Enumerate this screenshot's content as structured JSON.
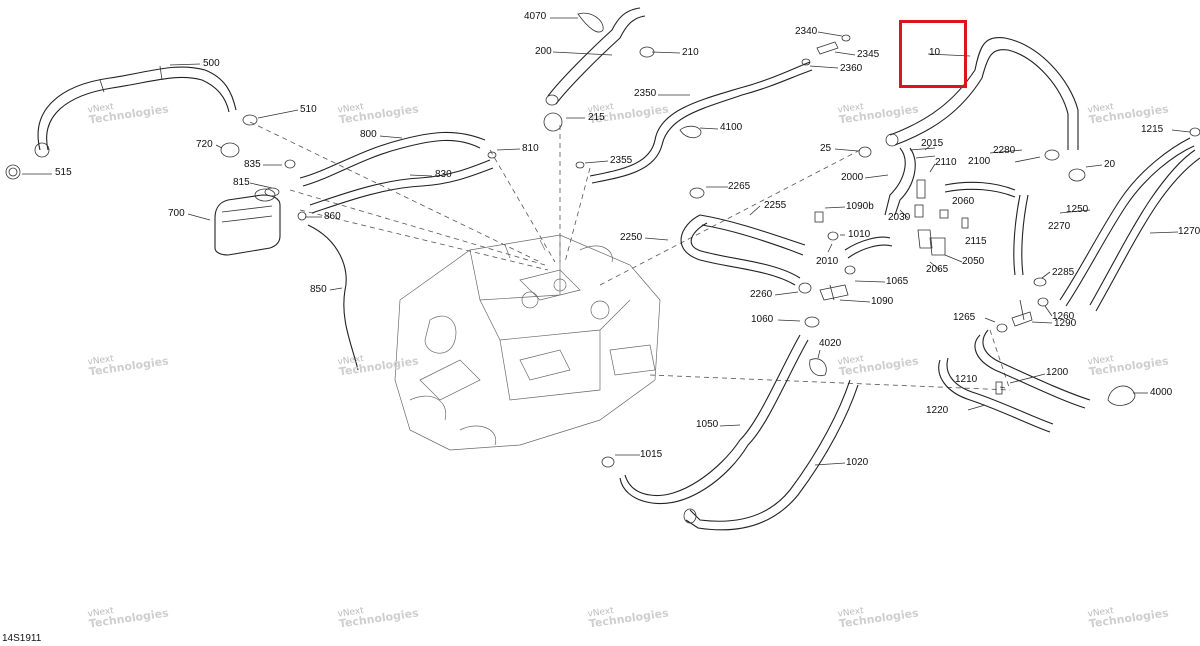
{
  "diagram": {
    "code": "14S1911",
    "highlighted_part": "10",
    "watermark": {
      "line1": "vNext",
      "line2": "Technologies"
    },
    "part_labels": [
      "4070",
      "200",
      "210",
      "2340",
      "2345",
      "2360",
      "10",
      "500",
      "510",
      "515",
      "720",
      "835",
      "815",
      "700",
      "860",
      "800",
      "830",
      "810",
      "850",
      "2350",
      "215",
      "4100",
      "2355",
      "25",
      "2015",
      "2000",
      "2110",
      "2100",
      "2280",
      "20",
      "1215",
      "2265",
      "2255",
      "2250",
      "1090b",
      "2030",
      "2060",
      "2115",
      "2270",
      "1250",
      "1270",
      "1010",
      "2010",
      "2065",
      "2050",
      "1065",
      "1090",
      "2260",
      "2285",
      "1265",
      "1290",
      "1260",
      "1060",
      "4020",
      "1200",
      "1210",
      "1220",
      "4000",
      "1050",
      "1015",
      "1020"
    ]
  }
}
